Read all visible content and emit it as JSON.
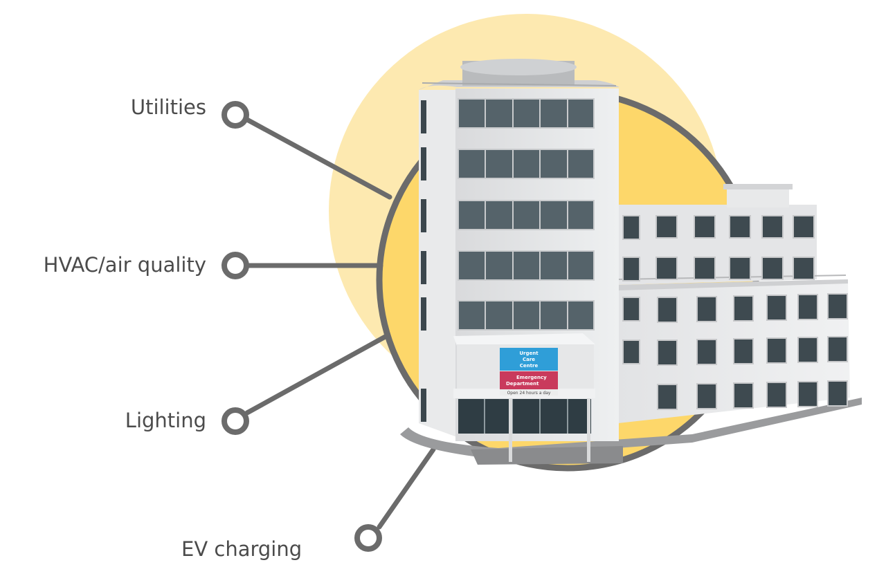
{
  "callouts": [
    {
      "id": "utilities",
      "label": "Utilities",
      "icon": "ring-marker-icon"
    },
    {
      "id": "hvac",
      "label": "HVAC/air quality",
      "icon": "ring-marker-icon"
    },
    {
      "id": "lighting",
      "label": "Lighting",
      "icon": "ring-marker-icon"
    },
    {
      "id": "ev",
      "label": "EV charging",
      "icon": "ring-marker-icon"
    }
  ],
  "building": {
    "sign_top": [
      "Urgent",
      "Care",
      "Centre"
    ],
    "sign_bottom": [
      "Emergency",
      "Department"
    ],
    "sign_hours": "Open 24 hours a day"
  },
  "colors": {
    "accent_yellow": "#fdd76a",
    "accent_yellow_light": "#fde9b0",
    "line_gray": "#6b6b6b",
    "label_gray": "#4b4b4b",
    "sign_blue": "#2f9ed8",
    "sign_red": "#c93a5c"
  }
}
